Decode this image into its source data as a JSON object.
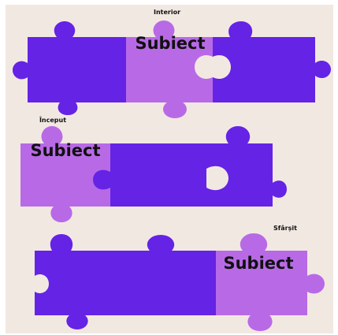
{
  "colors": {
    "background": "#f2e8e2",
    "dark_piece": "#6523e6",
    "light_piece": "#b86ae6"
  },
  "rows": [
    {
      "position_label": "Interior",
      "subject": "Subiect",
      "highlighted_index": 1,
      "piece_count": 3
    },
    {
      "position_label": "Început",
      "subject": "Subiect",
      "highlighted_index": 0,
      "piece_count": 3
    },
    {
      "position_label": "Sfârșit",
      "subject": "Subiect",
      "highlighted_index": 2,
      "piece_count": 3
    }
  ]
}
